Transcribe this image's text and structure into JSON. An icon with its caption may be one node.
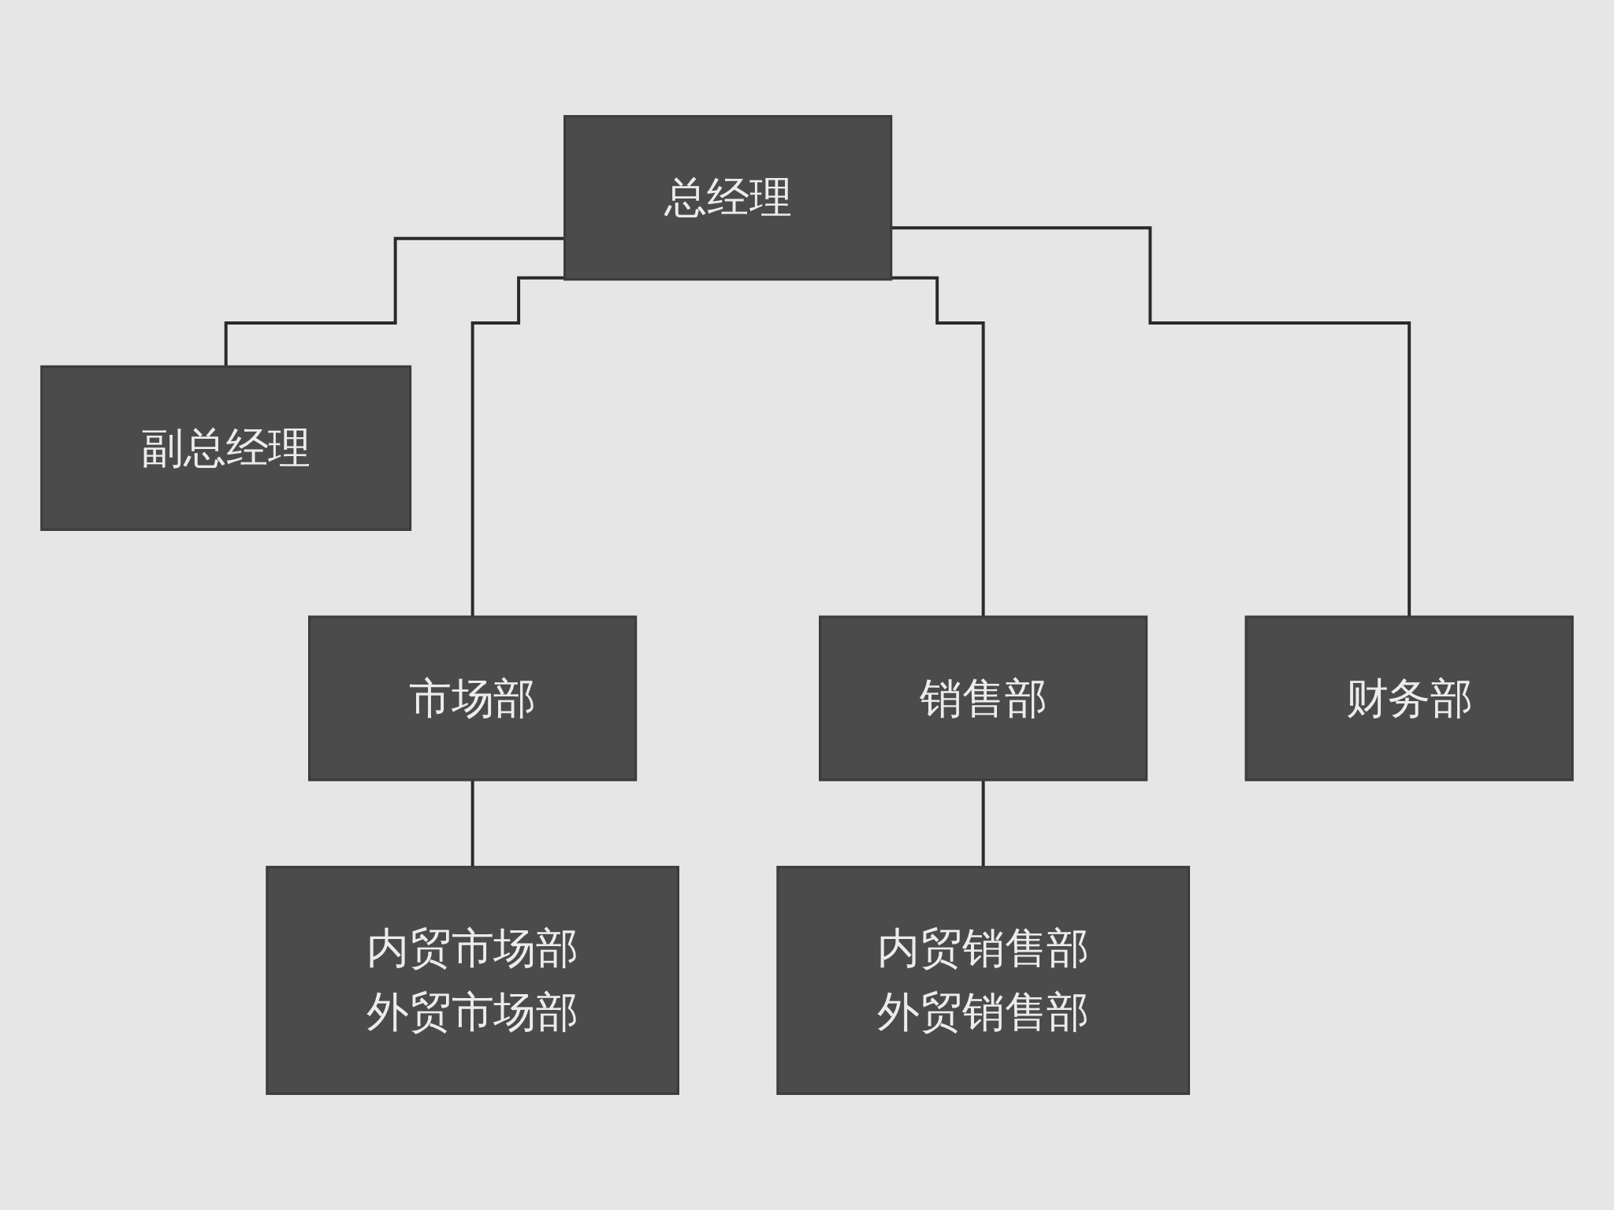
{
  "diagram": {
    "nodes": [
      {
        "text": [
          "总经理"
        ]
      },
      {
        "text": [
          "副总经理"
        ]
      },
      {
        "text": [
          "市场部"
        ]
      },
      {
        "text": [
          "销售部"
        ]
      },
      {
        "text": [
          "财务部"
        ]
      },
      {
        "text": [
          "内贸市场部",
          "外贸市场部"
        ]
      },
      {
        "text": [
          "内贸销售部",
          "外贸销售部"
        ]
      }
    ],
    "edges": [
      {
        "from": 0,
        "to": 1,
        "arrow": "none"
      },
      {
        "from": 0,
        "to": 2,
        "arrow": "none"
      },
      {
        "from": 0,
        "to": 3,
        "arrow": "none"
      },
      {
        "from": 0,
        "to": 4,
        "arrow": "none"
      },
      {
        "from": 2,
        "to": 5,
        "arrow": "none"
      },
      {
        "from": 3,
        "to": 6,
        "arrow": "none"
      }
    ]
  }
}
